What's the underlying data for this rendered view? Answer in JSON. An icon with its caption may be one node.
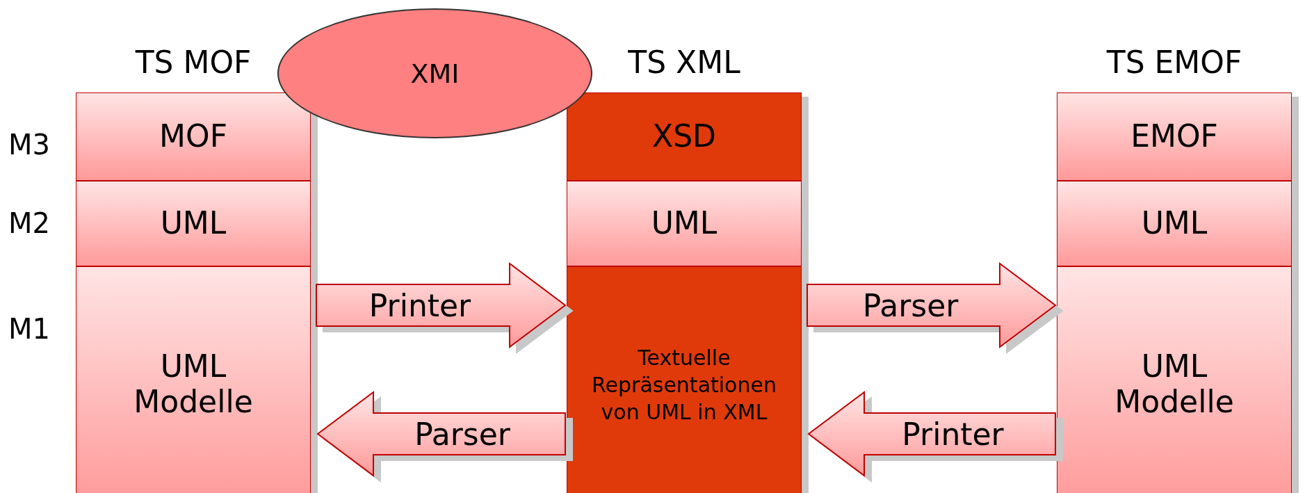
{
  "diagram": {
    "nodes": [
      {
        "text": [
          "TS MOF"
        ]
      },
      {
        "text": [
          "MOF"
        ],
        "in": 0
      },
      {
        "text": [
          "UML"
        ],
        "in": 0
      },
      {
        "text": [
          "UML Modelle"
        ],
        "in": 0
      },
      {
        "text": [
          "XMI"
        ]
      },
      {
        "text": [
          "TS XML"
        ]
      },
      {
        "text": [
          "XSD"
        ],
        "in": 5
      },
      {
        "text": [
          "UML"
        ],
        "in": 5
      },
      {
        "text": [
          "Textuelle Repräsentationen von UML in XML"
        ],
        "in": 5
      },
      {
        "text": [
          "TS EMOF"
        ]
      },
      {
        "text": [
          "EMOF"
        ],
        "in": 9
      },
      {
        "text": [
          "UML"
        ],
        "in": 9
      },
      {
        "text": [
          "UML Modelle"
        ],
        "in": 9
      }
    ],
    "edges": [
      {
        "from": 3,
        "to": 8,
        "arrow": "to",
        "label": "Printer"
      },
      {
        "from": 8,
        "to": 3,
        "arrow": "to",
        "label": "Parser"
      },
      {
        "from": 8,
        "to": 12,
        "arrow": "to",
        "label": "Parser"
      },
      {
        "from": 12,
        "to": 8,
        "arrow": "to",
        "label": "Printer"
      }
    ],
    "labels": [
      "M3",
      "M2",
      "M1"
    ]
  }
}
